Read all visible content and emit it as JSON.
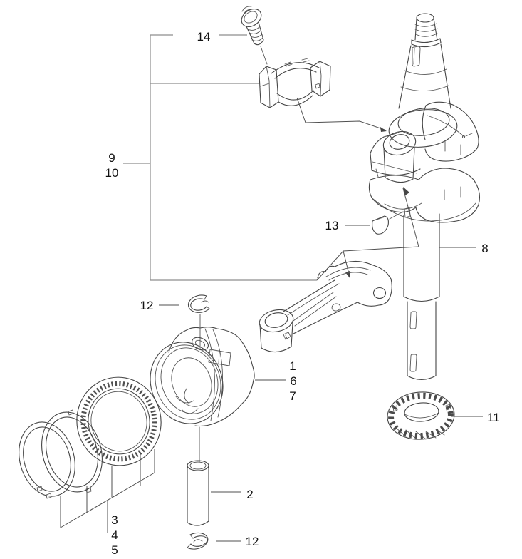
{
  "diagram": {
    "kind": "exploded-parts-line-drawing",
    "background_color": "#ffffff",
    "line_color": "#454545",
    "bracket_color": "#8d8d8d",
    "text_color": "#111111",
    "callouts": {
      "n1": "1",
      "n2": "2",
      "n3": "3",
      "n4": "4",
      "n5": "5",
      "n6": "6",
      "n7": "7",
      "n8": "8",
      "n9": "9",
      "n10": "10",
      "n11": "11",
      "n12": "12",
      "n13": "13",
      "n14": "14"
    }
  }
}
